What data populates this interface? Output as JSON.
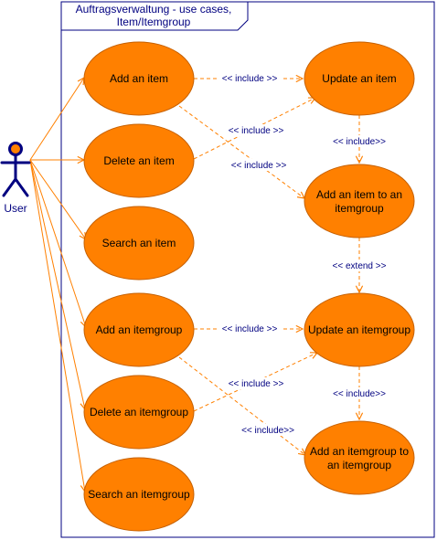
{
  "diagram": {
    "title_line1": "Auftragsverwaltung - use cases,",
    "title_line2": "Item/Itemgroup",
    "actor": {
      "label": "User"
    },
    "use_cases": {
      "add_item": "Add an item",
      "delete_item": "Delete an item",
      "search_item": "Search an item",
      "update_item": "Update an item",
      "add_item_to_group_1": "Add an item to an",
      "add_item_to_group_2": "itemgroup",
      "add_itemgroup": "Add an itemgroup",
      "delete_itemgroup": "Delete an itemgroup",
      "search_itemgroup": "Search an itemgroup",
      "update_itemgroup": "Update an itemgroup",
      "add_itemgroup_to_group_1": "Add an itemgroup to",
      "add_itemgroup_to_group_2": "an itemgroup"
    },
    "relations": {
      "r1": "<< include >>",
      "r2": "<< include >>",
      "r3": "<< include >>",
      "r4": "<< include>>",
      "r5": "<< extend >>",
      "r6": "<< include >>",
      "r7": "<< include >>",
      "r8": "<< include>>",
      "r9": "<< include>>"
    },
    "colors": {
      "usecase_fill": "#ff8000",
      "usecase_stroke": "#c66000",
      "line": "#ff8000",
      "text_blue": "#000080",
      "frame": "#000080"
    }
  }
}
